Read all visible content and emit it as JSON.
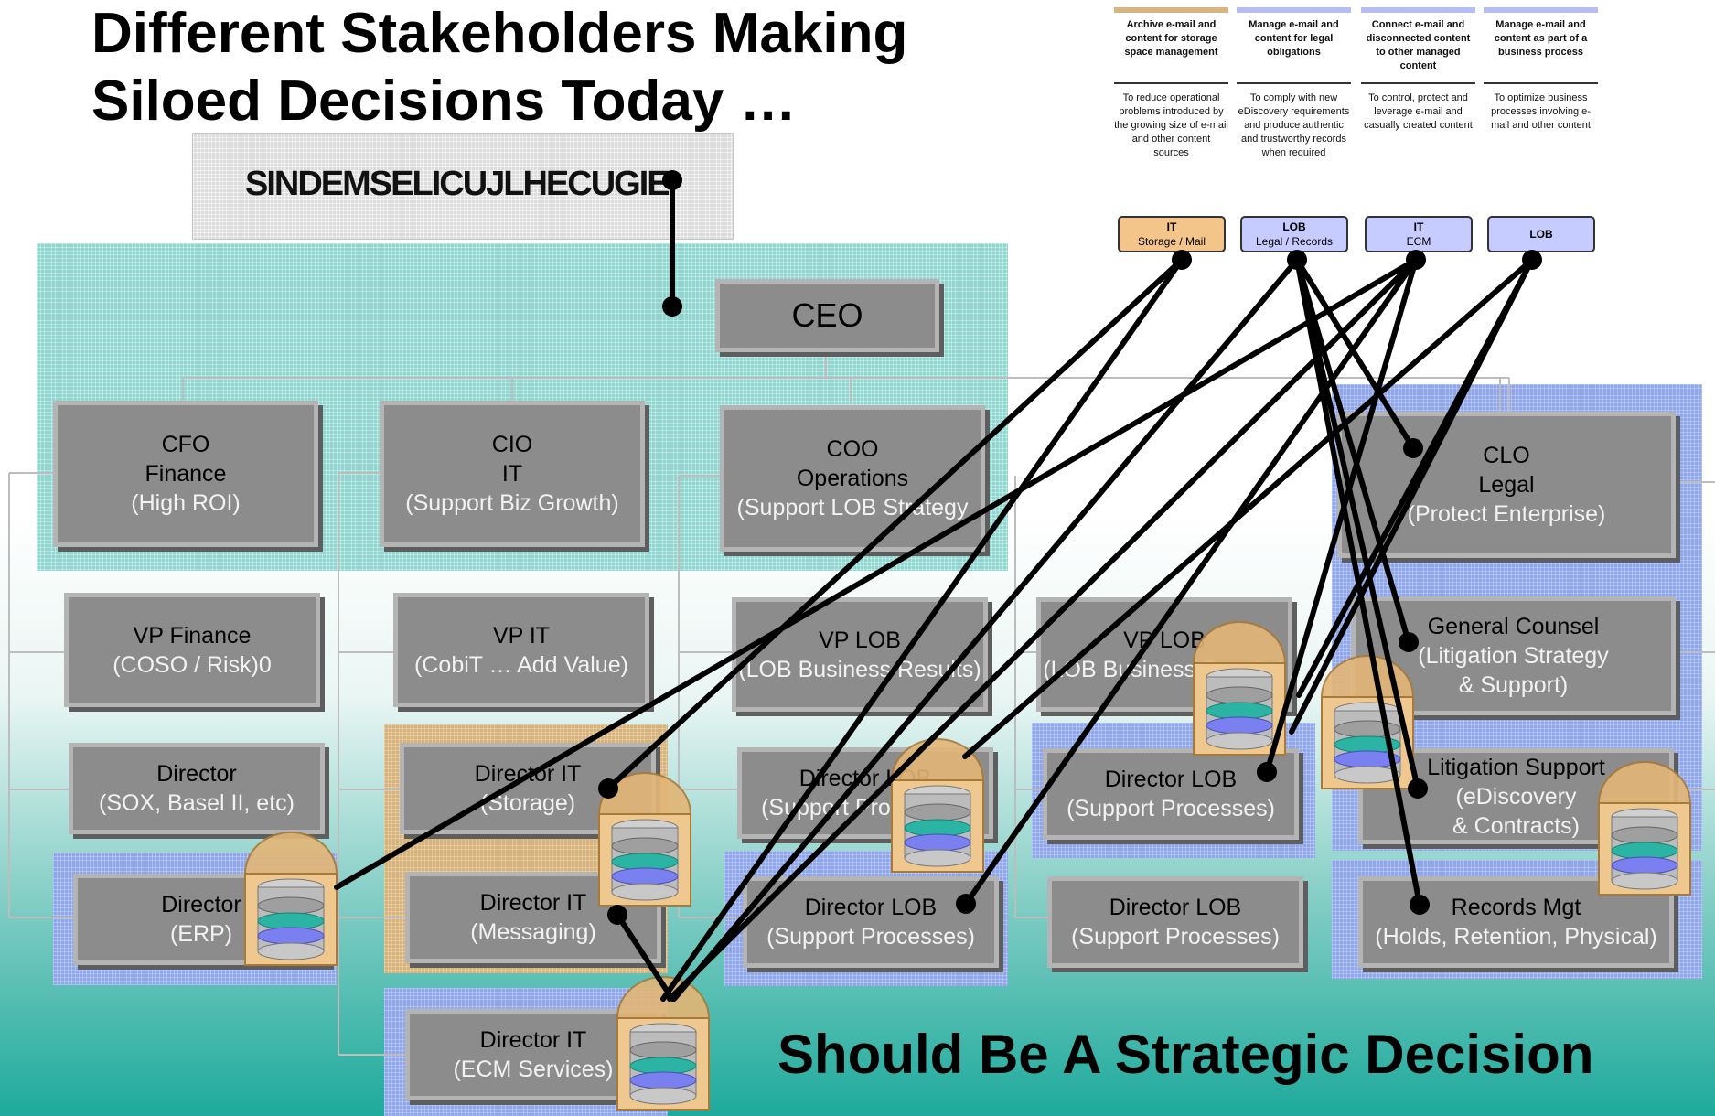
{
  "title": {
    "line1": "Different Stakeholders Making",
    "line2": "Siloed Decisions Today …"
  },
  "footer": "Should Be A Strategic Decision",
  "overlap_label": "SINDEMSELICUJLHECUGIE",
  "colors": {
    "teal_zone": "#8fd6d0",
    "blue_zone": "#8fa6ea",
    "tan_zone": "#d7b27a",
    "box": "#8c8c8c",
    "tag_it": "#f4c58a",
    "tag_lob": "#c6ccff"
  },
  "ceo": "CEO",
  "execs": [
    {
      "title": "CFO",
      "line2": "Finance",
      "sub": "(High ROI)"
    },
    {
      "title": "CIO",
      "line2": "IT",
      "sub": "(Support Biz Growth)"
    },
    {
      "title": "COO",
      "line2": "Operations",
      "sub": "(Support LOB Strategy"
    },
    {
      "title": "CLO",
      "line2": "Legal",
      "sub": "(Protect Enterprise)"
    }
  ],
  "vps": [
    {
      "title": "VP Finance",
      "sub": "(COSO / Risk)0"
    },
    {
      "title": "VP IT",
      "sub": "(CobiT … Add Value)"
    },
    {
      "title": "VP LOB",
      "sub": "(LOB Business Results)"
    },
    {
      "title": "VP LOB",
      "sub": "(LOB Business Results)"
    },
    {
      "title": "General Counsel",
      "sub": "(Litigation Strategy",
      "sub2": "& Support)"
    }
  ],
  "directors": [
    {
      "title": "Director",
      "sub": "(SOX, Basel II, etc)"
    },
    {
      "title": "Director IT",
      "sub": "(Storage)"
    },
    {
      "title": "Director LOB",
      "sub": "(Support Processes)"
    },
    {
      "title": "Director LOB",
      "sub": "(Support Processes)"
    },
    {
      "title": "Litigation Support",
      "sub": "(eDiscovery",
      "sub2": "& Contracts)"
    },
    {
      "title": "Director",
      "sub": "(ERP)"
    },
    {
      "title": "Director IT",
      "sub": "(Messaging)"
    },
    {
      "title": "Director LOB",
      "sub": "(Support Processes)"
    },
    {
      "title": "Director LOB",
      "sub": "(Support Processes)"
    },
    {
      "title": "Records Mgt",
      "sub": "(Holds, Retention, Physical)"
    },
    {
      "title": "Director IT",
      "sub": "(ECM Services)"
    }
  ],
  "columns": [
    {
      "head": "Archive e-mail and content for storage space management",
      "body": "To reduce operational problems introduced by the growing size of e-mail and other content sources",
      "tag1": "IT",
      "tag2": "Storage / Mail",
      "bar": "#d9b483"
    },
    {
      "head": "Manage e-mail and content for legal obligations",
      "body": "To comply with new eDiscovery requirements and produce authentic and trustworthy records when required",
      "tag1": "LOB",
      "tag2": "Legal / Records",
      "bar": "#b5bdf2"
    },
    {
      "head": "Connect e-mail and disconnected content to other managed content",
      "body": "To control, protect and leverage e-mail and casually created content",
      "tag1": "IT",
      "tag2": "ECM",
      "bar": "#b5bdf2"
    },
    {
      "head": "Manage e-mail and content as part of a business process",
      "body": "To optimize business processes involving e-mail and other content",
      "tag1": "LOB",
      "tag2": "",
      "bar": "#b5bdf2"
    }
  ]
}
